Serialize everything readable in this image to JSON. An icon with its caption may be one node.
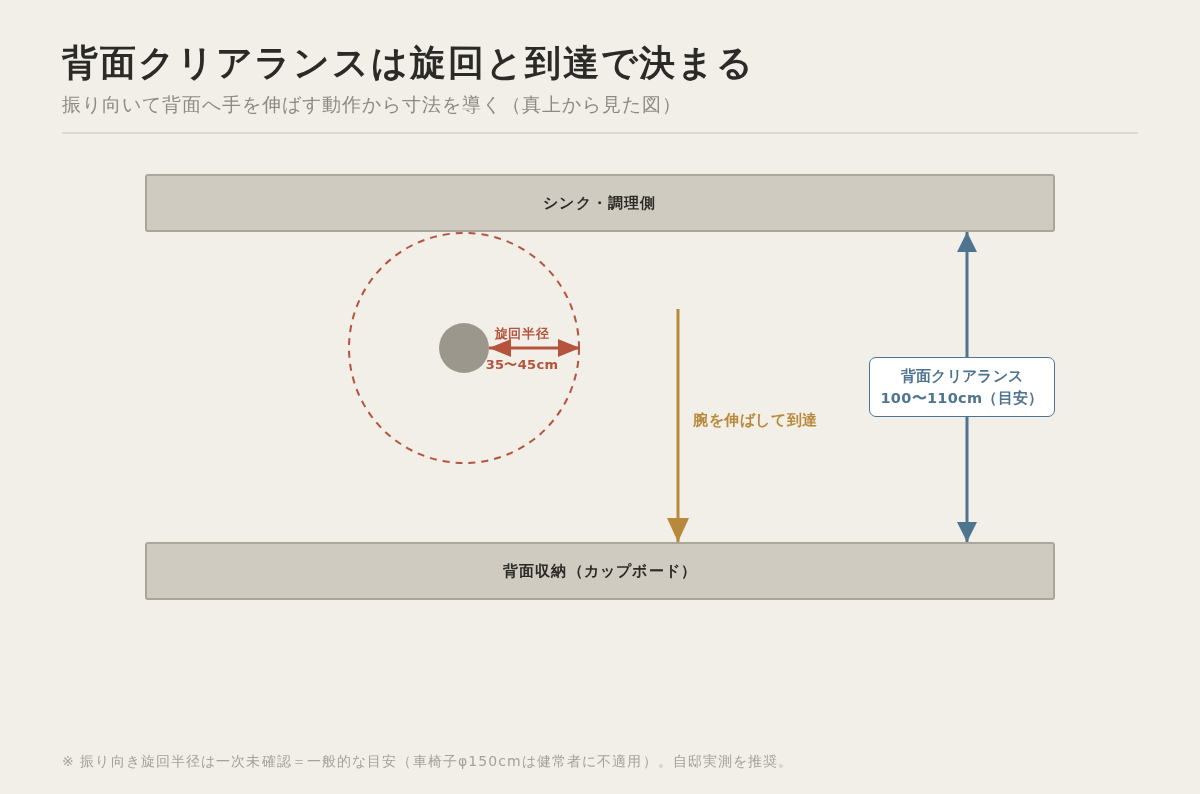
{
  "diagram": {
    "title": "背面クリアランスは旋回と到達で決まる",
    "nodes": [
      {
        "text": [
          "シンク・調理側"
        ]
      },
      {
        "text": [],
        "shape": "circle"
      },
      {
        "text": [],
        "shape": "circle",
        "in": 1
      },
      {
        "text": [
          "背面収納（カップボード）"
        ]
      }
    ],
    "edges": [
      {
        "from": 2,
        "to": 1,
        "arrow": "both",
        "label": "旋回半径",
        "color": "#b5533c"
      },
      {
        "from": null,
        "to": 3,
        "arrow": "to",
        "label": "腕を伸ばして到達",
        "color": "#b8893a"
      },
      {
        "from": 0,
        "to": 3,
        "arrow": "both",
        "label": "背面クリアランス 100〜110cm（目安）",
        "color": "#4f7490"
      }
    ],
    "labels": [
      "振り向いて背面へ手を伸ばす動作から寸法を導く（真上から見た図）",
      "35〜45cm",
      "※ 振り向き旋回半径は一次未確認＝一般的な目安（車椅子φ150cmは健常者に不適用）。自邸実測を推奨。"
    ]
  }
}
